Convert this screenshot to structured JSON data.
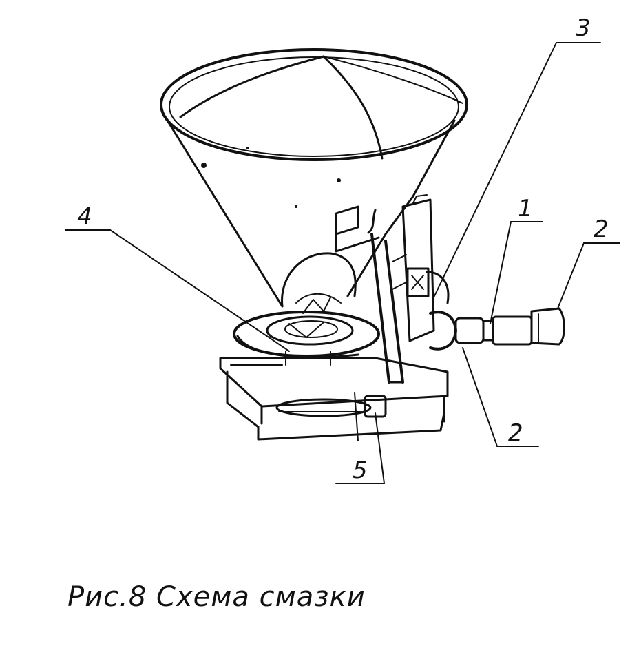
{
  "figure": {
    "caption": "Рис.8 Схема смазки",
    "callouts": [
      {
        "id": "label-3",
        "text": "3"
      },
      {
        "id": "label-1",
        "text": "1"
      },
      {
        "id": "label-2-top",
        "text": "2"
      },
      {
        "id": "label-4",
        "text": "4"
      },
      {
        "id": "label-2-bottom",
        "text": "2"
      },
      {
        "id": "label-5",
        "text": "5"
      }
    ]
  }
}
